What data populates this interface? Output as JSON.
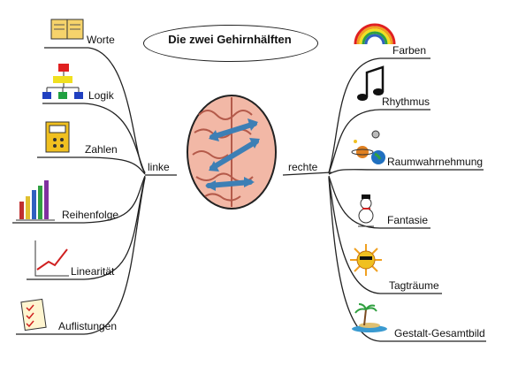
{
  "title": "Die zwei Gehirnhälften",
  "hub": {
    "left": "linke",
    "right": "rechte"
  },
  "left_branches": [
    {
      "label": "Worte",
      "icon": "book-icon"
    },
    {
      "label": "Logik",
      "icon": "flowchart-icon"
    },
    {
      "label": "Zahlen",
      "icon": "calculator-icon"
    },
    {
      "label": "Reihenfolge",
      "icon": "bar-chart-icon"
    },
    {
      "label": "Linearität",
      "icon": "line-graph-icon"
    },
    {
      "label": "Auflistungen",
      "icon": "checklist-icon"
    }
  ],
  "right_branches": [
    {
      "label": "Farben",
      "icon": "rainbow-icon"
    },
    {
      "label": "Rhythmus",
      "icon": "music-note-icon"
    },
    {
      "label": "Raumwahrnehmung",
      "icon": "planets-icon"
    },
    {
      "label": "Fantasie",
      "icon": "snowman-icon"
    },
    {
      "label": "Tagträume",
      "icon": "sun-icon"
    },
    {
      "label": "Gestalt-Gesamtbild",
      "icon": "island-icon"
    }
  ],
  "colors": {
    "brain": "#f2b8a6",
    "arrows": "#3d7fb5",
    "lines": "#222222"
  }
}
